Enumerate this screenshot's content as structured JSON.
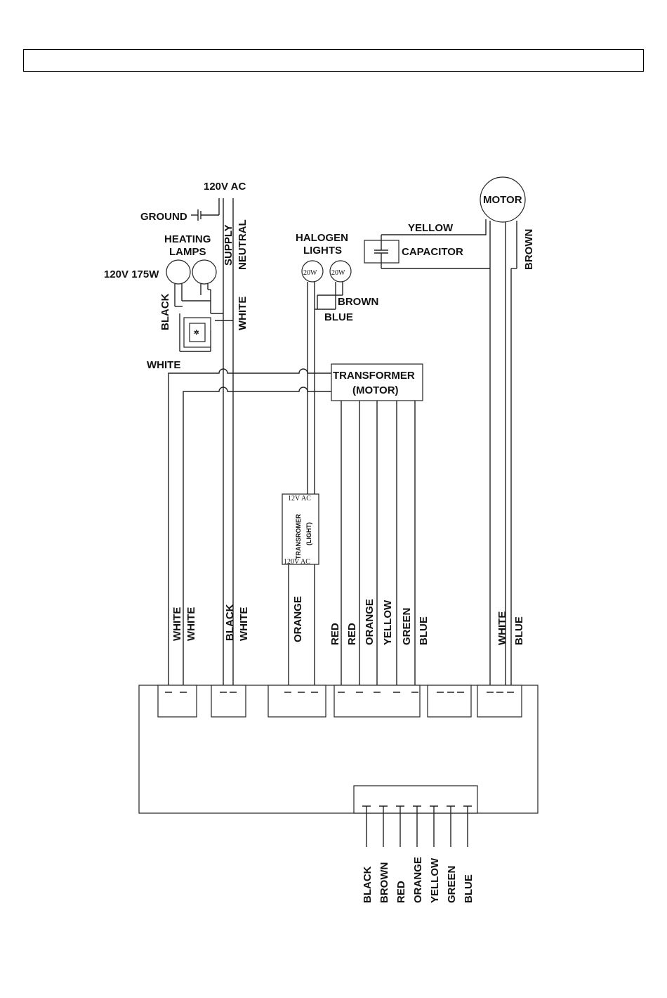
{
  "header": {
    "title": ""
  },
  "labels": {
    "supply_voltage": "120V AC",
    "ground": "GROUND",
    "heating_lamps": [
      "HEATING",
      "LAMPS"
    ],
    "lamp_rating": "120V 175W",
    "supply": "SUPPLY",
    "neutral": "NEUTRAL",
    "black": "BLACK",
    "white_vertical": "WHITE",
    "halogen_lights": [
      "HALOGEN",
      "LIGHTS"
    ],
    "halogen_rating": "20W",
    "brown": "BROWN",
    "blue": "BLUE",
    "white_horizontal": "WHITE",
    "transformer_motor": [
      "TRANSFORMER",
      "(MOTOR)"
    ],
    "light_transformer": {
      "top": "12V AC",
      "name": "TRANSROMER",
      "sub": "(LIGHT)",
      "bottom": "120V AC"
    },
    "motor": "MOTOR",
    "yellow": "YELLOW",
    "capacitor": "CAPACITOR",
    "motor_brown": "BROWN"
  },
  "wire_labels": {
    "group1": [
      "WHITE",
      "WHITE"
    ],
    "group2": [
      "BLACK",
      "WHITE"
    ],
    "group3": [
      "ORANGE"
    ],
    "group4": [
      "RED",
      "RED",
      "ORANGE",
      "YELLOW",
      "GREEN",
      "BLUE"
    ],
    "group6": [
      "WHITE",
      "BLUE"
    ]
  },
  "bottom_wires": [
    "BLACK",
    "BROWN",
    "RED",
    "ORANGE",
    "YELLOW",
    "GREEN",
    "BLUE"
  ]
}
